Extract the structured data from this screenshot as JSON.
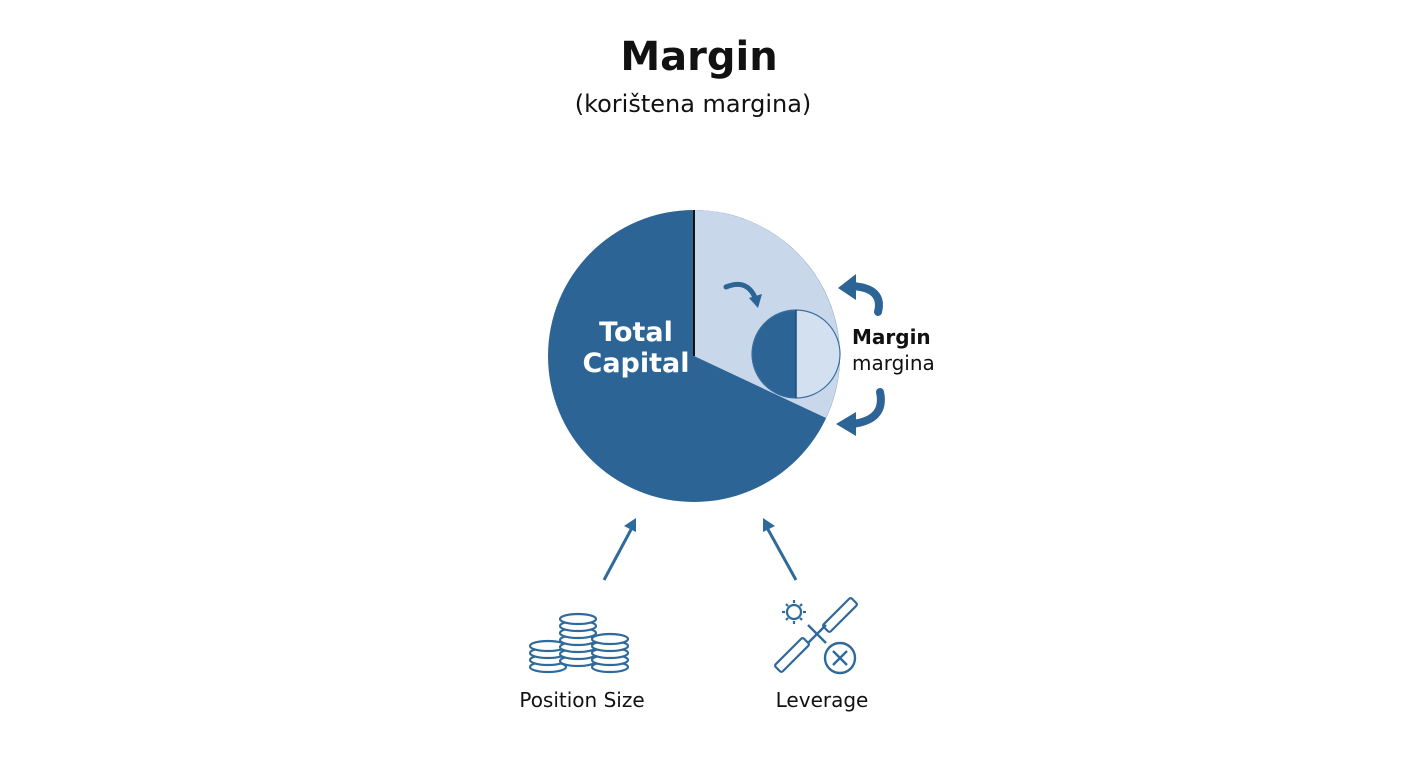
{
  "title": "Margin",
  "subtitle": "(korištena margina)",
  "pie": {
    "label_line1": "Total",
    "label_line2": "Capital"
  },
  "margin_label": {
    "line1": "Margin",
    "line2": "margina"
  },
  "inputs": {
    "left": "Position Size",
    "right": "Leverage"
  },
  "colors": {
    "primary": "#2c6496",
    "light": "#c8d7ea",
    "text": "#111111",
    "icon": "#2f6a9c"
  },
  "icons": {
    "left": "coin-stack-icon",
    "right": "leverage-tools-icon"
  }
}
